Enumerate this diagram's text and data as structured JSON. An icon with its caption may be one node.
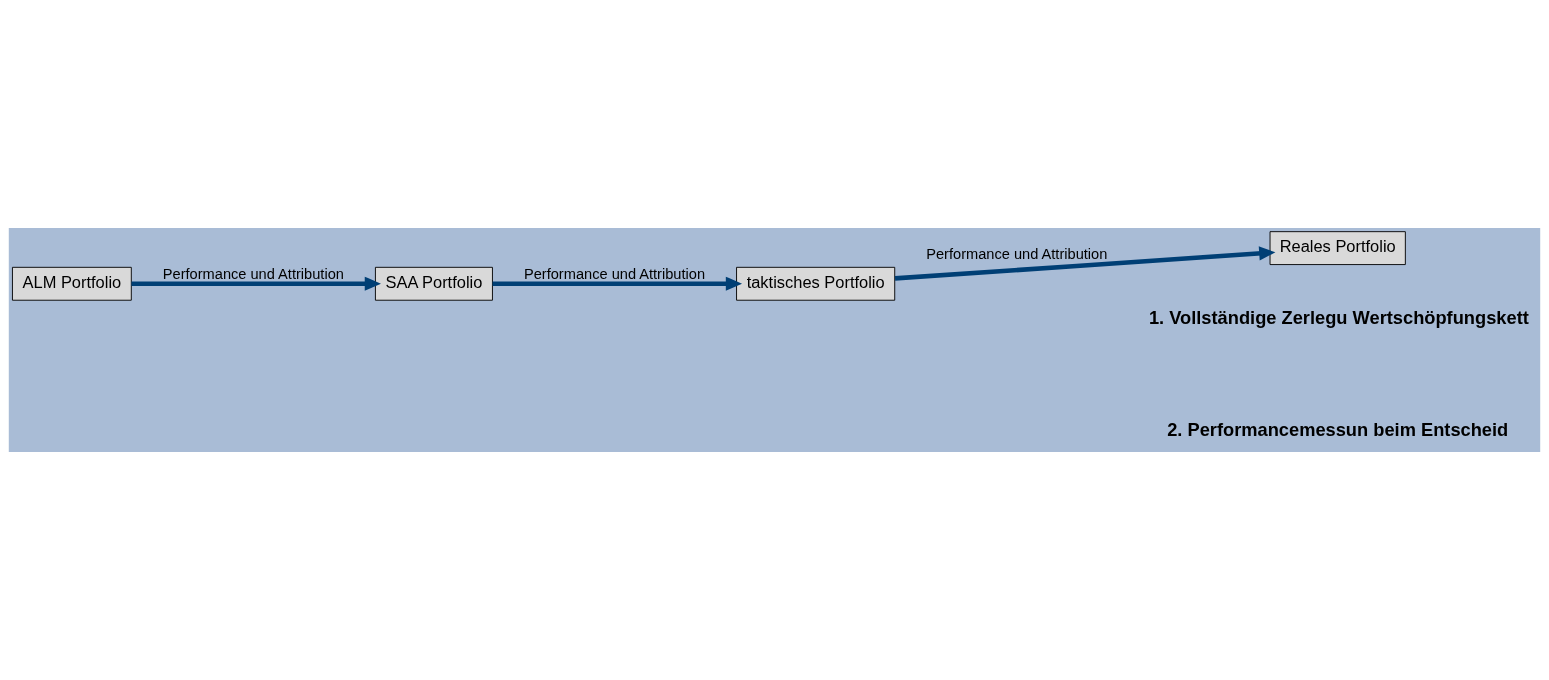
{
  "diagram": {
    "nodes": [
      {
        "text": [
          "ALM Portfolio"
        ]
      },
      {
        "text": [
          "SAA Portfolio"
        ]
      },
      {
        "text": [
          "taktisches Portfolio"
        ]
      },
      {
        "text": [
          "Reales Portfolio"
        ]
      }
    ],
    "edges": [
      {
        "from": 0,
        "to": 1,
        "arrow": "to",
        "label": "Performance und Attribution"
      },
      {
        "from": 1,
        "to": 2,
        "arrow": "to",
        "label": "Performance und Attribution"
      },
      {
        "from": 2,
        "to": 3,
        "arrow": "to",
        "label": "Performance und Attribution"
      }
    ],
    "labels": [
      "1. Vollständige Zerlegu Wertschöpfungskett",
      "2. Performancemessun beim Entscheid"
    ]
  }
}
